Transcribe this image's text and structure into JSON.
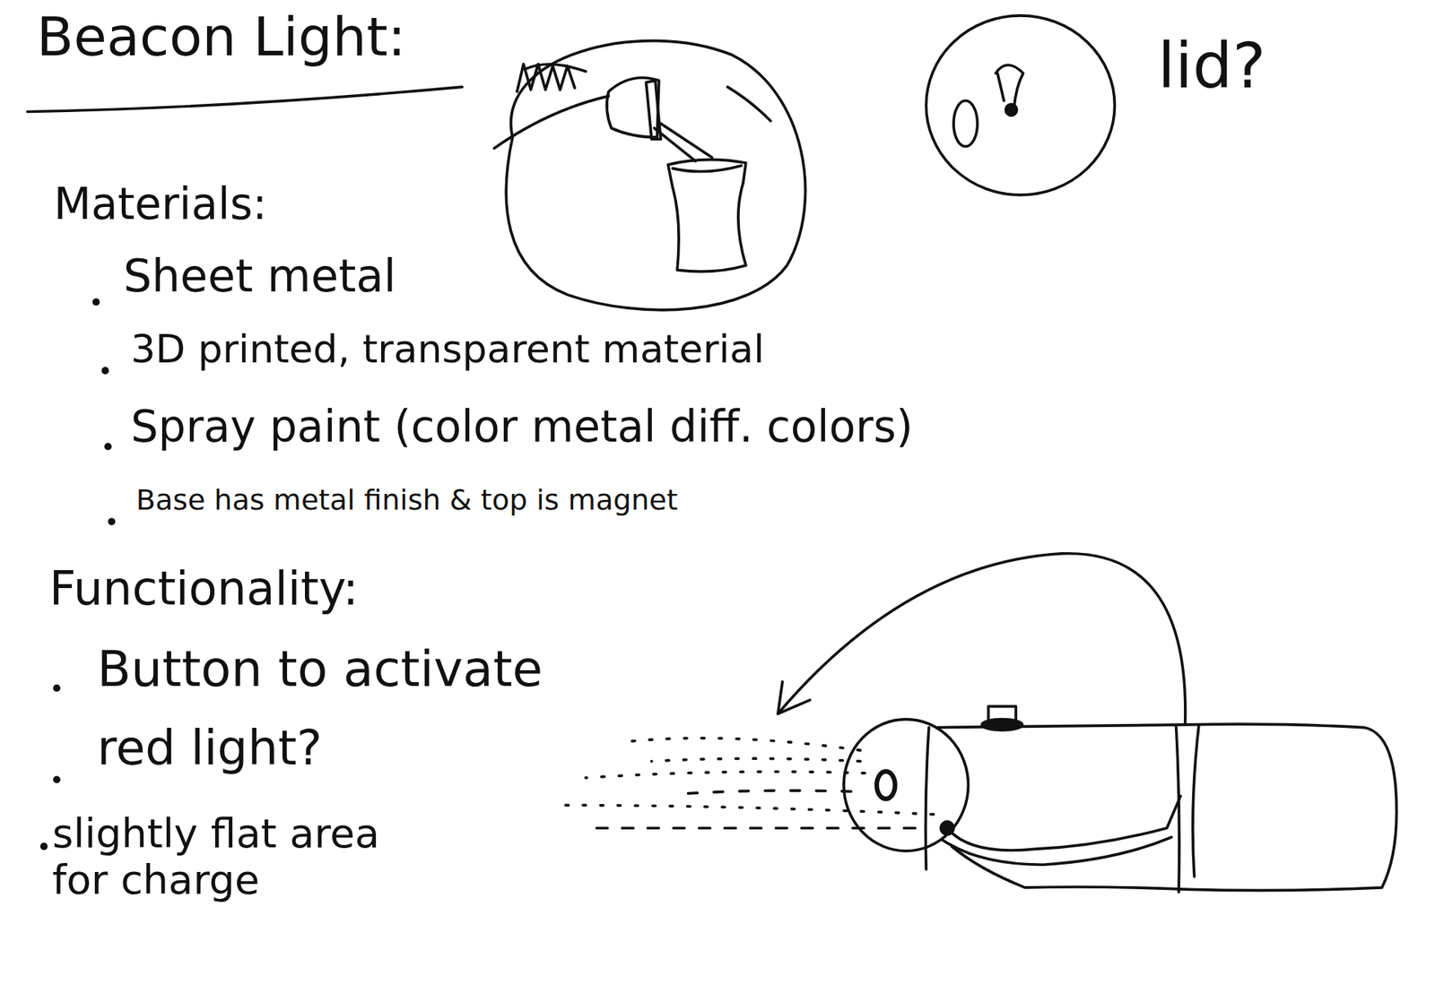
{
  "diagram": {
    "title": "Beacon Light:",
    "labels": [
      "lid?",
      "Materials:",
      "Sheet metal",
      "3D printed, transparent material",
      "Spray paint (color metal diff. colors)",
      "Base has metal finish & top is magnet",
      "Functionality:",
      "Button to activate",
      "red light?",
      "slightly flat area for charge"
    ]
  }
}
